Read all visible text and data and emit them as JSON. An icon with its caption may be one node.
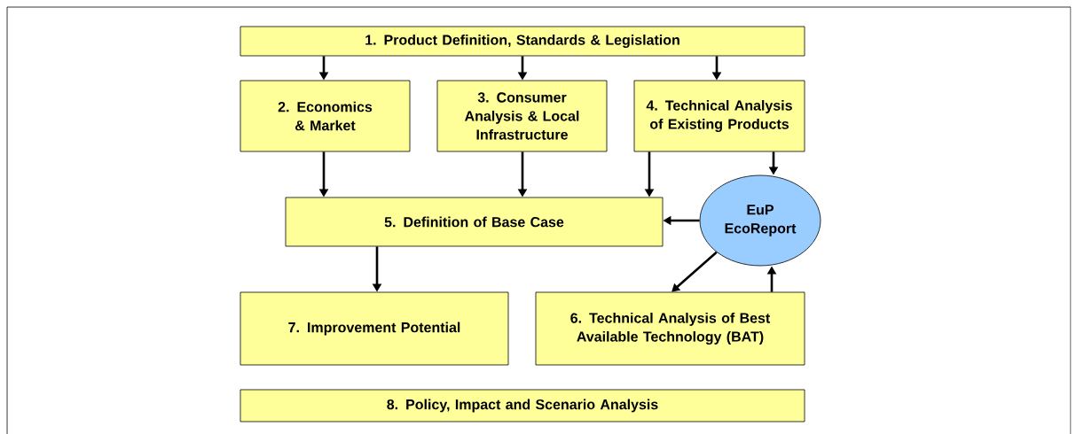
{
  "diagram": {
    "nodes": [
      {
        "text": [
          "1. Product Definition, Standards & Legislation"
        ]
      },
      {
        "text": [
          "2. Economics & Market"
        ]
      },
      {
        "text": [
          "3. Consumer Analysis & Local Infrastructure"
        ]
      },
      {
        "text": [
          "4. Technical Analysis of Existing Products"
        ]
      },
      {
        "text": [
          "5. Definition of Base Case"
        ]
      },
      {
        "text": [
          "EuP EcoReport"
        ]
      },
      {
        "text": [
          "7. Improvement Potential"
        ]
      },
      {
        "text": [
          "6. Technical Analysis of Best Available Technology (BAT)"
        ]
      },
      {
        "text": [
          "8. Policy, Impact and Scenario Analysis"
        ]
      }
    ],
    "edges": [
      {
        "from": 0,
        "to": 1,
        "arrow": "to"
      },
      {
        "from": 0,
        "to": 2,
        "arrow": "to"
      },
      {
        "from": 0,
        "to": 3,
        "arrow": "to"
      },
      {
        "from": 1,
        "to": 4,
        "arrow": "to"
      },
      {
        "from": 2,
        "to": 4,
        "arrow": "to"
      },
      {
        "from": 3,
        "to": 4,
        "arrow": "to"
      },
      {
        "from": 3,
        "to": 5,
        "arrow": "to"
      },
      {
        "from": 5,
        "to": 4,
        "arrow": "to"
      },
      {
        "from": 5,
        "to": 7,
        "arrow": "to"
      },
      {
        "from": 7,
        "to": 5,
        "arrow": "to"
      },
      {
        "from": 4,
        "to": 6,
        "arrow": "to"
      }
    ]
  }
}
